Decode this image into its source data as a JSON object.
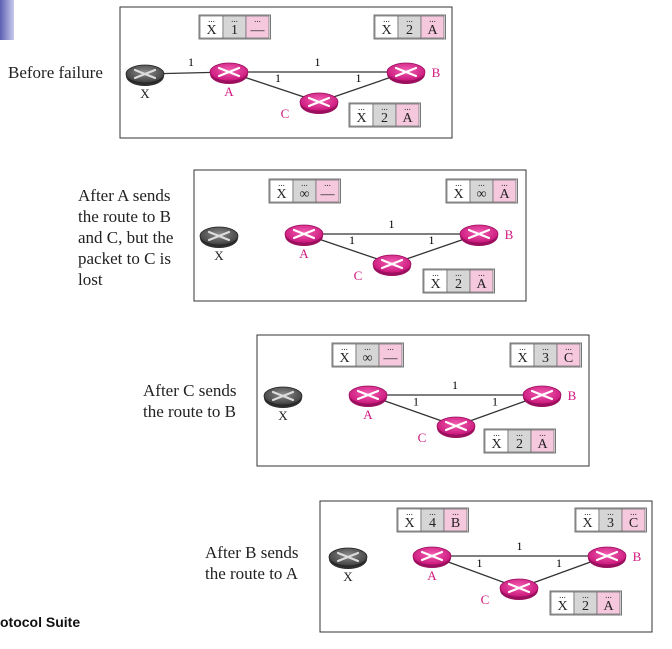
{
  "footer": "otocol Suite",
  "link_cost": "1",
  "dots": "...",
  "panels": [
    {
      "caption": "Before failure",
      "nodes": {
        "X": "X",
        "A": "A",
        "B": "B",
        "C": "C"
      },
      "tables": {
        "A": {
          "dest": "X",
          "cost": "1",
          "next": "—"
        },
        "B": {
          "dest": "X",
          "cost": "2",
          "next": "A"
        },
        "C": {
          "dest": "X",
          "cost": "2",
          "next": "A"
        }
      }
    },
    {
      "caption": "After A sends the route to B and C, but the packet to C is lost",
      "caption_lines": [
        "After A sends",
        "the route to B",
        "and C, but the",
        "packet to C is",
        "lost"
      ],
      "nodes": {
        "X": "X",
        "A": "A",
        "B": "B",
        "C": "C"
      },
      "tables": {
        "A": {
          "dest": "X",
          "cost": "∞",
          "next": "—"
        },
        "B": {
          "dest": "X",
          "cost": "∞",
          "next": "A"
        },
        "C": {
          "dest": "X",
          "cost": "2",
          "next": "A"
        }
      }
    },
    {
      "caption": "After C sends the route to B",
      "caption_lines": [
        "After C sends",
        "the route to B"
      ],
      "nodes": {
        "X": "X",
        "A": "A",
        "B": "B",
        "C": "C"
      },
      "tables": {
        "A": {
          "dest": "X",
          "cost": "∞",
          "next": "—"
        },
        "B": {
          "dest": "X",
          "cost": "3",
          "next": "C"
        },
        "C": {
          "dest": "X",
          "cost": "2",
          "next": "A"
        }
      }
    },
    {
      "caption": "After B sends the route to A",
      "caption_lines": [
        "After B sends",
        "the route to A"
      ],
      "nodes": {
        "X": "X",
        "A": "A",
        "B": "B",
        "C": "C"
      },
      "tables": {
        "A": {
          "dest": "X",
          "cost": "4",
          "next": "B"
        },
        "B": {
          "dest": "X",
          "cost": "3",
          "next": "C"
        },
        "C": {
          "dest": "X",
          "cost": "2",
          "next": "A"
        }
      }
    }
  ]
}
